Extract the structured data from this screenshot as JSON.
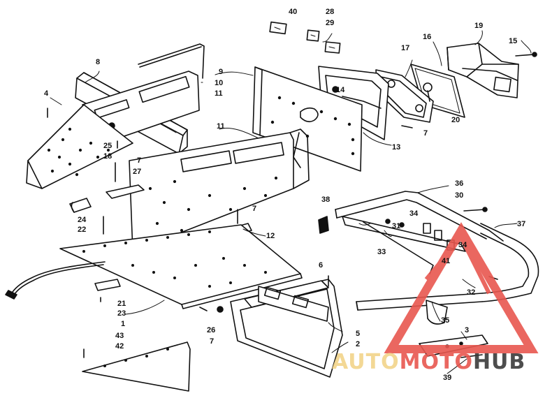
{
  "diagram": {
    "callouts": [
      {
        "id": "c40",
        "text": "40"
      },
      {
        "id": "c28",
        "text": "28"
      },
      {
        "id": "c29",
        "text": "29"
      },
      {
        "id": "c19",
        "text": "19"
      },
      {
        "id": "c16",
        "text": "16"
      },
      {
        "id": "c15",
        "text": "15"
      },
      {
        "id": "c17",
        "text": "17"
      },
      {
        "id": "c8",
        "text": "8"
      },
      {
        "id": "c9",
        "text": "9"
      },
      {
        "id": "c10",
        "text": "10"
      },
      {
        "id": "c11a",
        "text": "11"
      },
      {
        "id": "c14",
        "text": "14"
      },
      {
        "id": "c4",
        "text": "4"
      },
      {
        "id": "c20",
        "text": "20"
      },
      {
        "id": "c7a",
        "text": "7"
      },
      {
        "id": "c25",
        "text": "25"
      },
      {
        "id": "c18",
        "text": "18"
      },
      {
        "id": "c11b",
        "text": "11"
      },
      {
        "id": "c13",
        "text": "13"
      },
      {
        "id": "c7b",
        "text": "7"
      },
      {
        "id": "c27",
        "text": "27"
      },
      {
        "id": "c36",
        "text": "36"
      },
      {
        "id": "c30",
        "text": "30"
      },
      {
        "id": "c38",
        "text": "38"
      },
      {
        "id": "c7c",
        "text": "7"
      },
      {
        "id": "c37",
        "text": "37"
      },
      {
        "id": "c24",
        "text": "24"
      },
      {
        "id": "c22",
        "text": "22"
      },
      {
        "id": "c12",
        "text": "12"
      },
      {
        "id": "c34a",
        "text": "34"
      },
      {
        "id": "c31",
        "text": "31"
      },
      {
        "id": "c34b",
        "text": "34"
      },
      {
        "id": "c33",
        "text": "33"
      },
      {
        "id": "c41",
        "text": "41"
      },
      {
        "id": "c6",
        "text": "6"
      },
      {
        "id": "c32",
        "text": "32"
      },
      {
        "id": "c21",
        "text": "21"
      },
      {
        "id": "c23",
        "text": "23"
      },
      {
        "id": "c1",
        "text": "1"
      },
      {
        "id": "c35",
        "text": "35"
      },
      {
        "id": "c26",
        "text": "26"
      },
      {
        "id": "c5",
        "text": "5"
      },
      {
        "id": "c2",
        "text": "2"
      },
      {
        "id": "c7d",
        "text": "7"
      },
      {
        "id": "c3",
        "text": "3"
      },
      {
        "id": "c43",
        "text": "43"
      },
      {
        "id": "c42",
        "text": "42"
      },
      {
        "id": "c39",
        "text": "39"
      }
    ]
  },
  "watermark": {
    "part1": "AUTO",
    "part2": "MOTO",
    "part3": "HUB",
    "color_light": "#f2d48a",
    "color_red": "#e8574f",
    "color_dark": "#3a3a3a"
  }
}
